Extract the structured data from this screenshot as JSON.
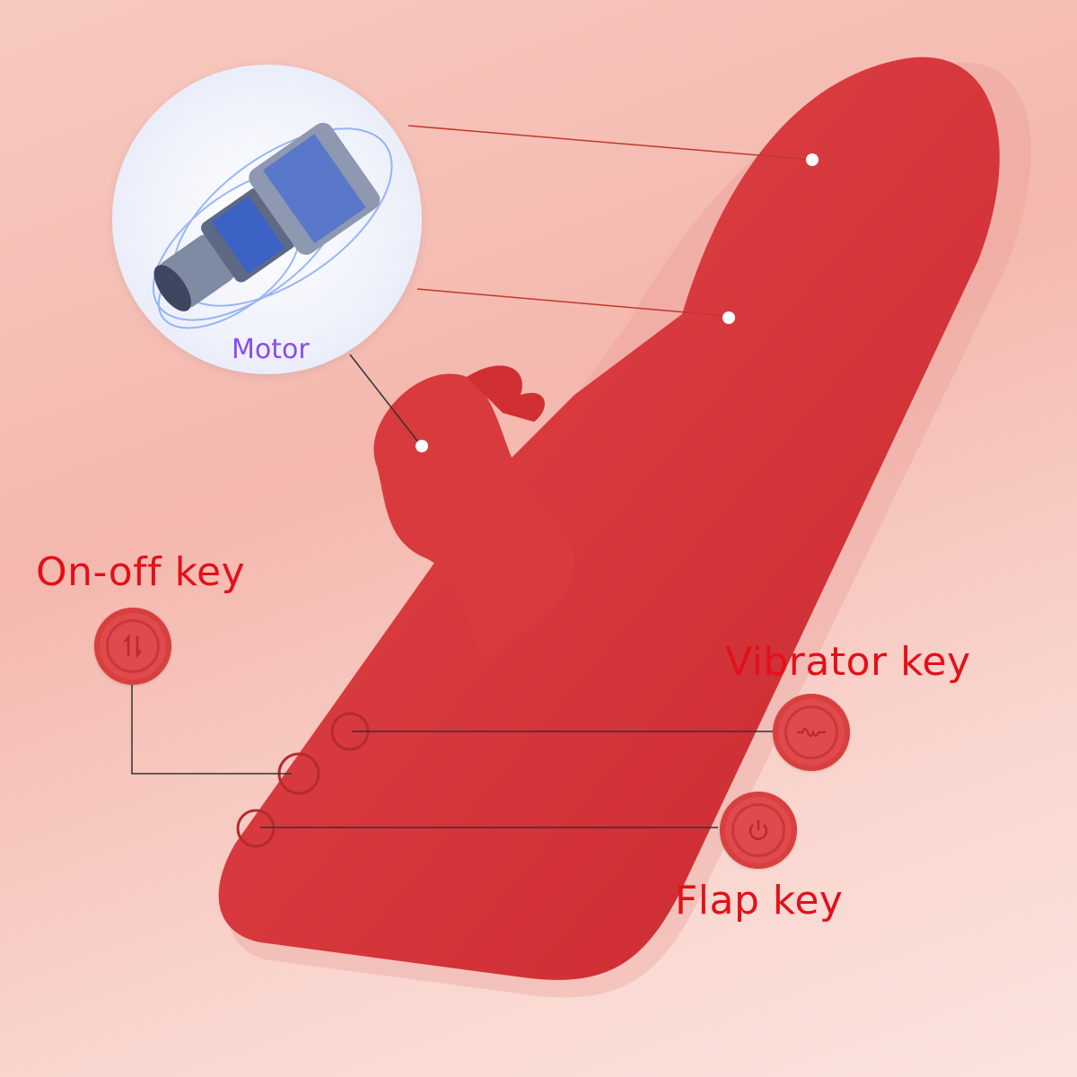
{
  "diagram": {
    "type": "product-feature-callouts",
    "colors": {
      "label_red": "#e3101a",
      "motor_label_purple": "#8a4cf0",
      "device_body": "#d8373a",
      "button_face": "#e04a4c",
      "leader_line_dark": "#333333",
      "leader_line_red": "#c0392b",
      "background": "#f7c9c0"
    },
    "inset": {
      "label": "Motor",
      "icon": "motor-illustration"
    },
    "callouts": [
      {
        "id": "on-off",
        "label": "On-off key",
        "icon": "up-down-arrows-icon"
      },
      {
        "id": "vibrator",
        "label": "Vibrator key",
        "icon": "wave-icon"
      },
      {
        "id": "flap",
        "label": "Flap key",
        "icon": "power-icon"
      }
    ]
  }
}
